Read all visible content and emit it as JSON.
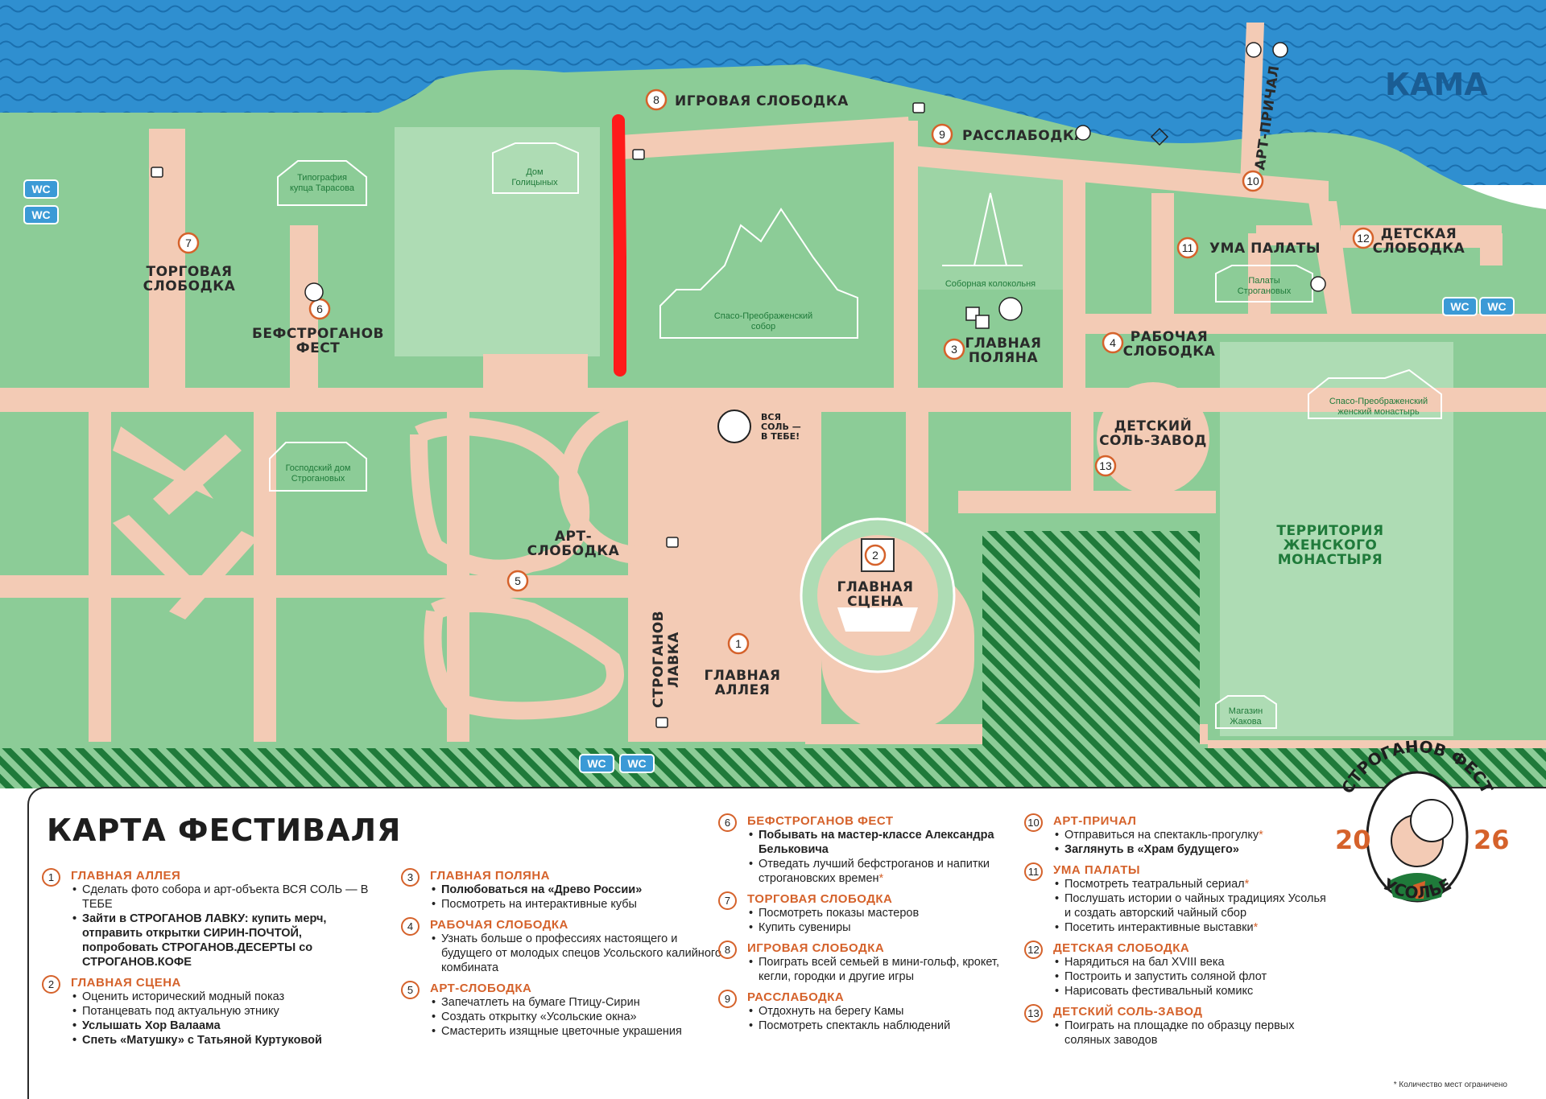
{
  "map": {
    "river_label": "КАМА",
    "zones": [
      {
        "num": "1",
        "label_lines": [
          "ГЛАВНАЯ",
          "АЛЛЕЯ"
        ]
      },
      {
        "num": "2",
        "label_lines": [
          "ГЛАВНАЯ",
          "СЦЕНА"
        ]
      },
      {
        "num": "3",
        "label_lines": [
          "ГЛАВНАЯ",
          "ПОЛЯНА"
        ]
      },
      {
        "num": "4",
        "label_lines": [
          "РАБОЧАЯ",
          "СЛОБОДКА"
        ]
      },
      {
        "num": "5",
        "label_lines": [
          "АРТ-",
          "СЛОБОДКА"
        ]
      },
      {
        "num": "6",
        "label_lines": [
          "БЕФСТРОГАНОВ",
          "ФЕСТ"
        ]
      },
      {
        "num": "7",
        "label_lines": [
          "ТОРГОВАЯ",
          "СЛОБОДКА"
        ]
      },
      {
        "num": "8",
        "label_lines": [
          "ИГРОВАЯ СЛОБОДКА"
        ]
      },
      {
        "num": "9",
        "label_lines": [
          "РАССЛАБОДКА"
        ]
      },
      {
        "num": "10",
        "label_lines": [
          "АРТ-ПРИЧАЛ"
        ]
      },
      {
        "num": "11",
        "label_lines": [
          "УМА ПАЛАТЫ"
        ]
      },
      {
        "num": "12",
        "label_lines": [
          "ДЕТСКАЯ",
          "СЛОБОДКА"
        ]
      },
      {
        "num": "13",
        "label_lines": [
          "ДЕТСКИЙ",
          "СОЛЬ-ЗАВОД"
        ]
      }
    ],
    "buildings": {
      "tipografiya": [
        "Типография",
        "купца Тарасова"
      ],
      "dom_golitsynykh": [
        "Дом",
        "Голицыных"
      ],
      "sobor": [
        "Спасо-Преображенский",
        "собор"
      ],
      "kolokolnya": "Соборная колокольня",
      "palaty": [
        "Палаты",
        "Строгановых"
      ],
      "monastyr": [
        "Спасо-Преображенский",
        "женский монастырь"
      ],
      "gospodsky": [
        "Господский дом",
        "Строгановых"
      ],
      "magazin": [
        "Магазин",
        "Жакова"
      ]
    },
    "territory_lines": [
      "ТЕРРИТОРИЯ",
      "ЖЕНСКОГО",
      "МОНАСТЫРЯ"
    ],
    "lavka_label": [
      "СТРОГАНОВ",
      "ЛАВКА"
    ],
    "art_object": [
      "ВСЯ",
      "СОЛЬ —",
      "В ТЕБЕ!"
    ],
    "wc_label": "WC"
  },
  "legend": {
    "title": "КАРТА ФЕСТИВАЛЯ",
    "items": [
      {
        "num": "1",
        "title": "ГЛАВНАЯ АЛЛЕЯ",
        "lines": [
          {
            "text": "Сделать фото собора и арт-объекта ВСЯ СОЛЬ — В ТЕБЕ"
          },
          {
            "text": "Зайти в СТРОГАНОВ ЛАВКУ: купить мерч, отправить открытки СИРИН-ПОЧТОЙ, попробовать СТРОГАНОВ.ДЕСЕРТЫ со СТРОГАНОВ.КОФЕ"
          }
        ]
      },
      {
        "num": "2",
        "title": "ГЛАВНАЯ СЦЕНА",
        "lines": [
          {
            "text": "Оценить исторический модный показ"
          },
          {
            "text": "Потанцевать под актуальную этнику"
          },
          {
            "text": "Услышать Хор Валаама"
          },
          {
            "text": "Спеть «Матушку» с Татьяной Куртуковой"
          }
        ]
      },
      {
        "num": "3",
        "title": "ГЛАВНАЯ ПОЛЯНА",
        "lines": [
          {
            "text": "Полюбоваться на «Древо России»"
          },
          {
            "text": "Посмотреть на интерактивные кубы"
          }
        ]
      },
      {
        "num": "4",
        "title": "РАБОЧАЯ СЛОБОДКА",
        "lines": [
          {
            "text": "Узнать больше о профессиях настоящего и будущего от молодых спецов Усольского калийного комбината"
          }
        ]
      },
      {
        "num": "5",
        "title": "АРТ-СЛОБОДКА",
        "lines": [
          {
            "text": "Запечатлеть на бумаге Птицу-Сирин"
          },
          {
            "text": "Создать открытку «Усольские окна»"
          },
          {
            "text": "Смастерить изящные цветочные украшения"
          }
        ]
      },
      {
        "num": "6",
        "title": "БЕФСТРОГАНОВ ФЕСТ",
        "lines": [
          {
            "text": "Побывать на мастер-классе Александра Бельковича"
          },
          {
            "text": "Отведать лучший бефстроганов и напитки строгановских времен",
            "ast": "*"
          }
        ]
      },
      {
        "num": "7",
        "title": "ТОРГОВАЯ СЛОБОДКА",
        "lines": [
          {
            "text": "Посмотреть показы мастеров"
          },
          {
            "text": "Купить сувениры"
          }
        ]
      },
      {
        "num": "8",
        "title": "ИГРОВАЯ СЛОБОДКА",
        "lines": [
          {
            "text": "Поиграть всей семьей в мини-гольф, крокет, кегли, городки и другие игры"
          }
        ]
      },
      {
        "num": "9",
        "title": "РАССЛАБОДКА",
        "lines": [
          {
            "text": "Отдохнуть на берегу Камы"
          },
          {
            "text": "Посмотреть спектакль наблюдений"
          }
        ]
      },
      {
        "num": "10",
        "title": "АРТ-ПРИЧАЛ",
        "lines": [
          {
            "text": "Отправиться на спектакль-прогулку",
            "ast": "*"
          },
          {
            "text": "Заглянуть в «Храм будущего»"
          }
        ]
      },
      {
        "num": "11",
        "title": "УМА ПАЛАТЫ",
        "lines": [
          {
            "text": "Посмотреть театральный сериал",
            "ast": "*"
          },
          {
            "text": "Послушать истории о чайных традициях Усолья и создать авторский чайный сбор"
          },
          {
            "text": "Посетить интерактивные выставки",
            "ast": "*"
          }
        ]
      },
      {
        "num": "12",
        "title": "ДЕТСКАЯ СЛОБОДКА",
        "lines": [
          {
            "text": "Нарядиться на бал XVIII века"
          },
          {
            "text": "Построить и запустить соляной флот"
          },
          {
            "text": "Нарисовать фестивальный комикс"
          }
        ]
      },
      {
        "num": "13",
        "title": "ДЕТСКИЙ СОЛЬ-ЗАВОД",
        "lines": [
          {
            "text": "Поиграть на площадке по образцу первых соляных заводов"
          }
        ]
      }
    ],
    "note": "* Количество мест ограничено"
  },
  "logo": {
    "top_text": "СТРОГАНОВ ФЕСТ",
    "bottom_text": "УСОЛЬЕ",
    "year_left": "20",
    "year_right": "26"
  },
  "colors": {
    "water": "#2f8fd0",
    "grass": "#8ccc97",
    "light_grass": "#aedcb4",
    "path": "#f3cbb5",
    "accent": "#d5622b",
    "dark_green": "#1f7a3a",
    "highlight_route": "#ff1a1a"
  }
}
